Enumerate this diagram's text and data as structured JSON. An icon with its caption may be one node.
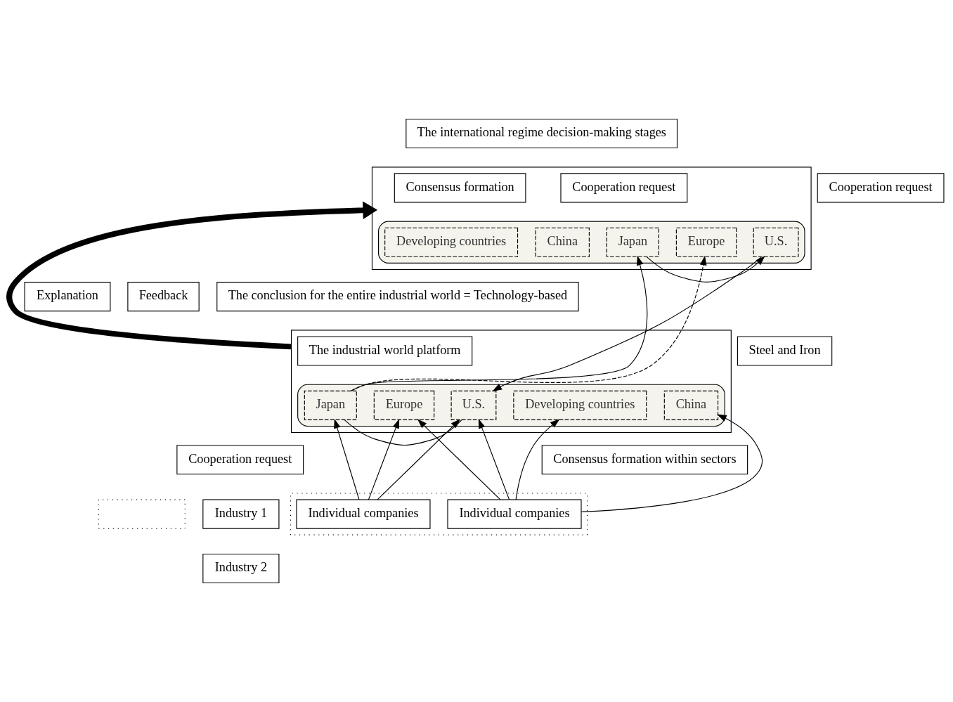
{
  "diagram": {
    "nodes": [
      {
        "text": [
          "The international regime decision-making stages"
        ]
      },
      {
        "text": [],
        "shape": "box"
      },
      {
        "text": [
          "Cooperation request"
        ],
        "in": 1
      },
      {
        "text": [
          "Consensus formation"
        ],
        "in": 1
      },
      {
        "text": [
          "Cooperation request"
        ]
      },
      {
        "text": [],
        "shape": "ellipse",
        "in": 1
      },
      {
        "text": [
          "Japan"
        ],
        "in": 5
      },
      {
        "text": [
          "Europe"
        ],
        "in": 5
      },
      {
        "text": [
          "U.S."
        ],
        "in": 5
      },
      {
        "text": [
          "China"
        ],
        "in": 5
      },
      {
        "text": [
          "Developing countries"
        ],
        "in": 5
      },
      {
        "text": [
          "Explanation"
        ]
      },
      {
        "text": [
          "Feedback"
        ]
      },
      {
        "text": [
          "The conclusion for the entire industrial world = Technology-based"
        ]
      },
      {
        "text": [],
        "shape": "box"
      },
      {
        "text": [
          "Steel and Iron"
        ]
      },
      {
        "text": [
          "The industrial world platform"
        ],
        "in": 14
      },
      {
        "text": [],
        "shape": "ellipse",
        "in": 14
      },
      {
        "text": [
          "Japan"
        ],
        "in": 17
      },
      {
        "text": [
          "Europe"
        ],
        "in": 17
      },
      {
        "text": [
          "U.S."
        ],
        "in": 17
      },
      {
        "text": [
          "China"
        ],
        "in": 17
      },
      {
        "text": [
          "Developing countries"
        ],
        "in": 17
      },
      {
        "text": [
          "Cooperation request"
        ]
      },
      {
        "text": [
          "Consensus formation within sectors"
        ]
      },
      {
        "text": [],
        "shape": "box"
      },
      {
        "text": [
          "Industry 1"
        ]
      },
      {
        "text": [],
        "shape": "box"
      },
      {
        "text": [
          "Industry 2"
        ]
      },
      {
        "text": [
          "Individual companies"
        ],
        "in": 27
      },
      {
        "text": [
          "Individual companies"
        ],
        "in": 27
      }
    ],
    "edges": [
      {
        "from": 6,
        "to": 8,
        "arrow": "to"
      },
      {
        "from": 18,
        "to": 6,
        "arrow": "to"
      },
      {
        "from": 18,
        "to": 7,
        "arrow": "to",
        "style": "dashed"
      },
      {
        "from": 8,
        "to": 20,
        "arrow": "to"
      },
      {
        "from": 18,
        "to": 20,
        "arrow": "none"
      },
      {
        "from": 14,
        "to": 1,
        "arrow": "to",
        "style": "thick"
      },
      {
        "from": 29,
        "to": 18,
        "arrow": "to"
      },
      {
        "from": 29,
        "to": 19,
        "arrow": "to"
      },
      {
        "from": 29,
        "to": 20,
        "arrow": "to"
      },
      {
        "from": 30,
        "to": 19,
        "arrow": "to"
      },
      {
        "from": 30,
        "to": 20,
        "arrow": "to"
      },
      {
        "from": 30,
        "to": 21,
        "arrow": "to"
      },
      {
        "from": 30,
        "to": 22,
        "arrow": "to"
      }
    ]
  }
}
